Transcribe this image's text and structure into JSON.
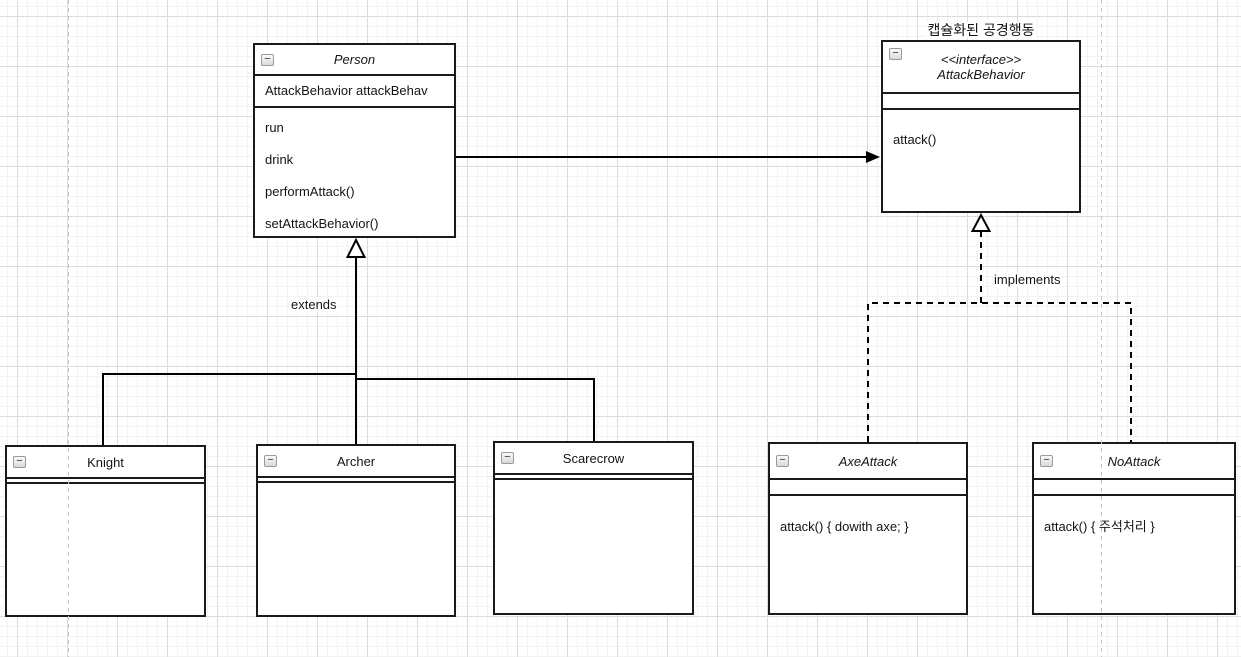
{
  "diagram": {
    "note_attack_behavior": "캡슐화된 공경행동",
    "edge_labels": {
      "extends": "extends",
      "implements": "implements"
    },
    "classes": {
      "person": {
        "title": "Person",
        "fields": [
          "AttackBehavior attackBehav"
        ],
        "methods": [
          "run",
          "drink",
          "performAttack()",
          "setAttackBehavior()"
        ]
      },
      "attack_behavior": {
        "stereotype": "<<interface>>",
        "title": "AttackBehavior",
        "methods": [
          "attack()"
        ]
      },
      "knight": {
        "title": "Knight"
      },
      "archer": {
        "title": "Archer"
      },
      "scarecrow": {
        "title": "Scarecrow"
      },
      "axe_attack": {
        "title": "AxeAttack",
        "methods": [
          "attack() { dowith axe; }"
        ]
      },
      "no_attack": {
        "title": "NoAttack",
        "methods": [
          "attack() { 주석처리 }"
        ]
      }
    }
  },
  "icons": {
    "collapse_minus": "−"
  },
  "colors": {
    "background": "#ffffff",
    "shape_border": "#1a1a1a",
    "edge": "#000000",
    "grid_minor": "#f3f3f3",
    "grid_major": "#dcdcdc",
    "page_guide": "#c8c8c8"
  }
}
